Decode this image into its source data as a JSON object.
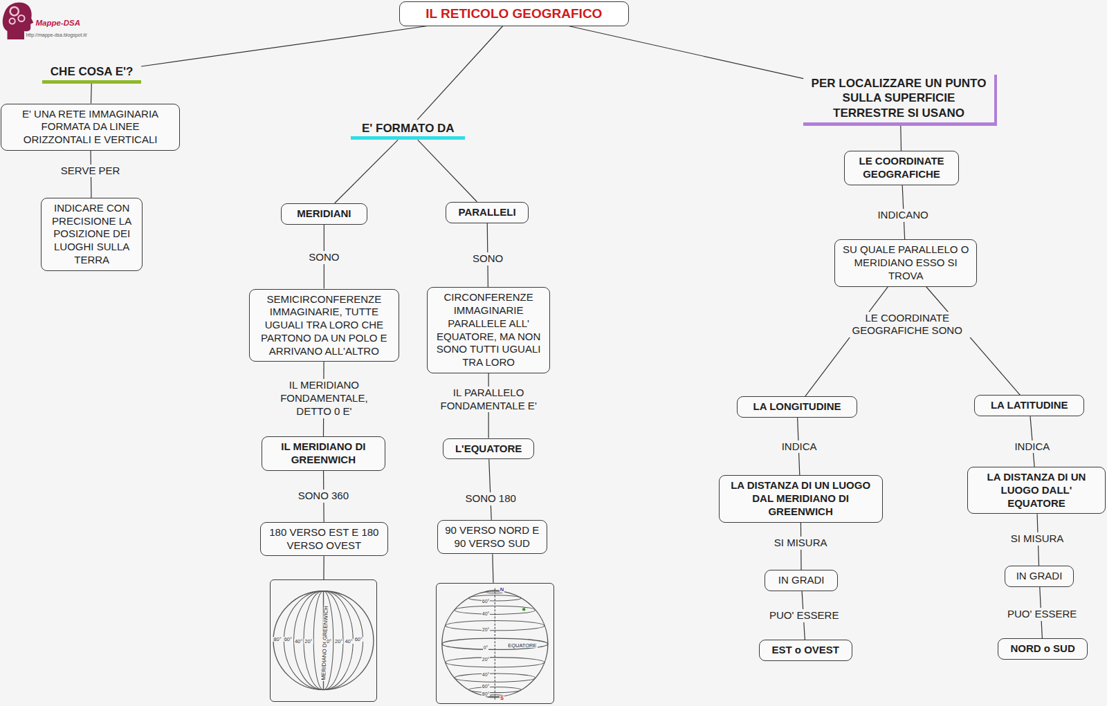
{
  "diagram": {
    "nodes": [
      {
        "text": [
          "IL RETICOLO GEOGRAFICO"
        ]
      },
      {
        "text": [
          "CHE COSA E'?"
        ]
      },
      {
        "text": [
          "E' UNA RETE IMMAGINARIA FORMATA DA LINEE ORIZZONTALI E VERTICALI"
        ]
      },
      {
        "text": [
          "INDICARE CON PRECISIONE LA POSIZIONE DEI LUOGHI SULLA TERRA"
        ]
      },
      {
        "text": [
          "E' FORMATO DA"
        ]
      },
      {
        "text": [
          "MERIDIANI"
        ]
      },
      {
        "text": [
          "PARALLELI"
        ]
      },
      {
        "text": [
          "SEMICIRCONFERENZE IMMAGINARIE, TUTTE UGUALI TRA LORO CHE PARTONO DA UN POLO E ARRIVANO ALL'ALTRO"
        ]
      },
      {
        "text": [
          "CIRCONFERENZE IMMAGINARIE PARALLELE ALL' EQUATORE, MA NON SONO TUTTI UGUALI TRA LORO"
        ]
      },
      {
        "text": [
          "IL MERIDIANO DI GREENWICH"
        ]
      },
      {
        "text": [
          "L'EQUATORE"
        ]
      },
      {
        "text": [
          "180 VERSO EST E 180 VERSO OVEST"
        ]
      },
      {
        "text": [
          "90 VERSO NORD E 90 VERSO SUD"
        ]
      },
      {
        "text": [
          "MERIDIANO DI GREENWICH"
        ]
      },
      {
        "text": [
          "EQUATORE"
        ]
      },
      {
        "text": [
          "PER LOCALIZZARE UN PUNTO SULLA SUPERFICIE TERRESTRE SI USANO"
        ]
      },
      {
        "text": [
          "LE COORDINATE GEOGRAFICHE"
        ]
      },
      {
        "text": [
          "SU QUALE PARALLELO O MERIDIANO ESSO SI TROVA"
        ]
      },
      {
        "text": [
          "LA LONGITUDINE"
        ]
      },
      {
        "text": [
          "LA LATITUDINE"
        ]
      },
      {
        "text": [
          "LA DISTANZA DI UN LUOGO DAL MERIDIANO DI GREENWICH"
        ]
      },
      {
        "text": [
          "LA DISTANZA DI UN LUOGO DALL' EQUATORE"
        ]
      },
      {
        "text": [
          "IN GRADI"
        ]
      },
      {
        "text": [
          "IN GRADI"
        ]
      },
      {
        "text": [
          "EST o OVEST"
        ]
      },
      {
        "text": [
          "NORD o SUD"
        ]
      }
    ],
    "edges": [
      {
        "from": 0,
        "to": 1,
        "arrow": "none"
      },
      {
        "from": 0,
        "to": 4,
        "arrow": "none"
      },
      {
        "from": 0,
        "to": 15,
        "arrow": "none"
      },
      {
        "from": 1,
        "to": 2,
        "arrow": "none"
      },
      {
        "from": 2,
        "to": 3,
        "label": "SERVE PER",
        "arrow": "none"
      },
      {
        "from": 4,
        "to": 5,
        "arrow": "none"
      },
      {
        "from": 4,
        "to": 6,
        "arrow": "none"
      },
      {
        "from": 5,
        "to": 7,
        "label": "SONO",
        "arrow": "none"
      },
      {
        "from": 7,
        "to": 9,
        "label": "IL MERIDIANO FONDAMENTALE, DETTO 0 E'",
        "arrow": "none"
      },
      {
        "from": 9,
        "to": 11,
        "label": "SONO 360",
        "arrow": "none"
      },
      {
        "from": 11,
        "to": 13,
        "arrow": "none"
      },
      {
        "from": 6,
        "to": 8,
        "label": "SONO",
        "arrow": "none"
      },
      {
        "from": 8,
        "to": 10,
        "label": "IL PARALLELO FONDAMENTALE E'",
        "arrow": "none"
      },
      {
        "from": 10,
        "to": 12,
        "label": "SONO 180",
        "arrow": "none"
      },
      {
        "from": 12,
        "to": 14,
        "arrow": "none"
      },
      {
        "from": 15,
        "to": 16,
        "arrow": "none"
      },
      {
        "from": 16,
        "to": 17,
        "label": "INDICANO",
        "arrow": "none"
      },
      {
        "from": 17,
        "to": 18,
        "label": "LE COORDINATE GEOGRAFICHE SONO",
        "arrow": "none"
      },
      {
        "from": 17,
        "to": 19,
        "arrow": "none"
      },
      {
        "from": 18,
        "to": 20,
        "label": "INDICA",
        "arrow": "none"
      },
      {
        "from": 20,
        "to": 22,
        "label": "SI MISURA",
        "arrow": "none"
      },
      {
        "from": 22,
        "to": 24,
        "label": "PUO' ESSERE",
        "arrow": "none"
      },
      {
        "from": 19,
        "to": 21,
        "label": "INDICA",
        "arrow": "none"
      },
      {
        "from": 21,
        "to": 23,
        "label": "SI MISURA",
        "arrow": "none"
      },
      {
        "from": 23,
        "to": 25,
        "label": "PUO' ESSERE",
        "arrow": "none"
      }
    ],
    "labels": [
      "Mappe-DSA",
      "http://mappe-dsa.blogspot.it/",
      "80°",
      "60°",
      "40°",
      "20°",
      "0°",
      "20°",
      "40°",
      "60°",
      "N",
      "60°",
      "40°",
      "20°",
      "0°",
      "20°",
      "40°",
      "60°",
      "80°",
      "S"
    ]
  }
}
